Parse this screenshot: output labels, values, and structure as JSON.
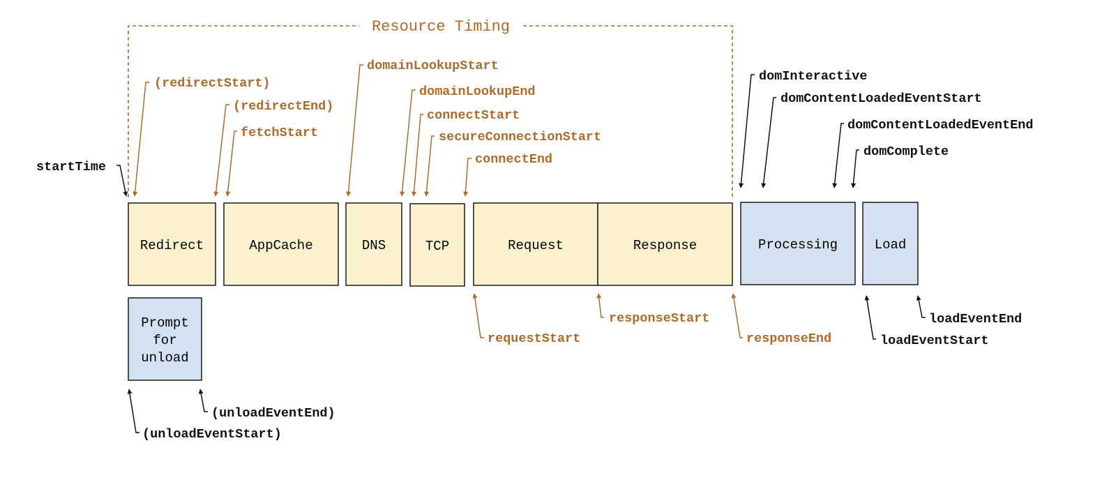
{
  "title": "Resource Timing",
  "colors": {
    "orange": "#b06a2a",
    "black": "#111111",
    "yellow_fill": "#fcf1cd",
    "blue_fill": "#d4e1f1",
    "box_stroke": "#1a1a1a"
  },
  "phases": {
    "redirect": "Redirect",
    "appcache": "AppCache",
    "dns": "DNS",
    "tcp": "TCP",
    "request": "Request",
    "response": "Response",
    "processing": "Processing",
    "load": "Load",
    "prompt_unload": [
      "Prompt",
      "for",
      "unload"
    ]
  },
  "labels": {
    "startTime": "startTime",
    "redirectStart": "(redirectStart)",
    "redirectEnd": "(redirectEnd)",
    "fetchStart": "fetchStart",
    "domainLookupStart": "domainLookupStart",
    "domainLookupEnd": "domainLookupEnd",
    "connectStart": "connectStart",
    "secureConnectionStart": "secureConnectionStart",
    "connectEnd": "connectEnd",
    "requestStart": "requestStart",
    "responseStart": "responseStart",
    "responseEnd": "responseEnd",
    "domInteractive": "domInteractive",
    "domContentLoadedEventStart": "domContentLoadedEventStart",
    "domContentLoadedEventEnd": "domContentLoadedEventEnd",
    "domComplete": "domComplete",
    "loadEventStart": "loadEventStart",
    "loadEventEnd": "loadEventEnd",
    "unloadEventStart": "(unloadEventStart)",
    "unloadEventEnd": "(unloadEventEnd)"
  }
}
